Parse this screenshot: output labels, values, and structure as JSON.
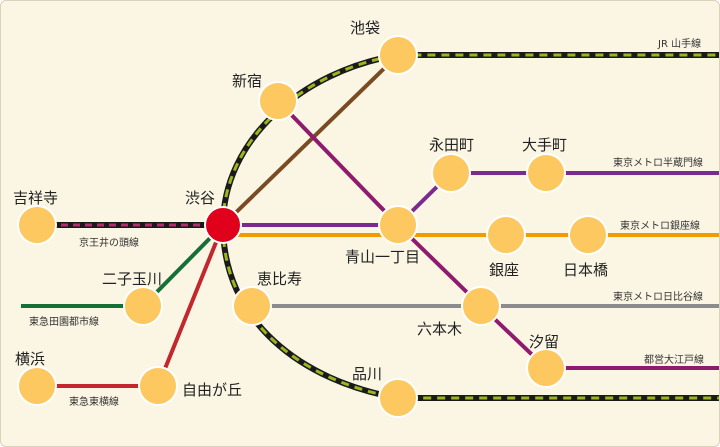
{
  "stations": {
    "ikebukuro": "池袋",
    "shinjuku": "新宿",
    "kichijoji": "吉祥寺",
    "shibuya": "渋谷",
    "nagatacho": "永田町",
    "otemachi": "大手町",
    "aoyama_itchome": "青山一丁目",
    "ginza": "銀座",
    "nihonbashi": "日本橋",
    "futako_tamagawa": "二子玉川",
    "ebisu": "恵比寿",
    "roppongi": "六本木",
    "yokohama": "横浜",
    "jiyugaoka": "自由が丘",
    "shiodome": "汐留",
    "shinagawa": "品川"
  },
  "lines": {
    "jr_yamanote": "JR 山手線",
    "keio_inokashira": "京王井の頭線",
    "hanzomon": "東京メトロ半蔵門線",
    "ginza": "東京メトロ銀座線",
    "den_en_toshi": "東急田園都市線",
    "hibiya": "東京メトロ日比谷線",
    "toyoko": "東急東横線",
    "oedo": "都営大江戸線"
  },
  "colors": {
    "background": "#fbf6e4",
    "station": "#fcc85f",
    "hub_station": "#e0001b",
    "jr_yamanote": "#9ab51d",
    "keio_inokashira": "#b22e6e",
    "hanzomon": "#7b2b8f",
    "ginza": "#f29a00",
    "den_en_toshi": "#176f38",
    "hibiya": "#8c8c8c",
    "toyoko": "#c1272d",
    "oedo": "#8f1a6e",
    "fukutoshin": "#7a4a22"
  }
}
